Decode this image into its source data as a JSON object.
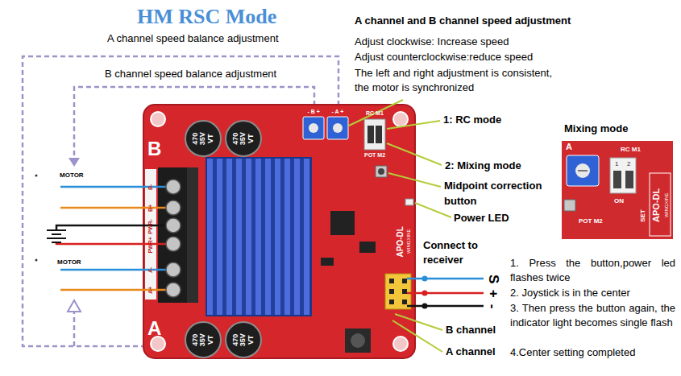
{
  "diagram": {
    "title": "HM RSC Mode",
    "nodes": [
      {
        "text": [
          "Mixing mode"
        ]
      }
    ],
    "labels": [
      "A channel speed balance adjustment",
      "B channel speed balance adjustment",
      "A channel and B channel speed adjustment",
      "Adjust clockwise: Increase speed",
      "Adjust counterclockwise:reduce speed",
      "The left and right adjustment is consistent, the motor is synchronized",
      "1: RC mode",
      "2: Mixing mode",
      "Midpoint correction button",
      "Power LED",
      "Connect to receiver",
      "MOTOR",
      "MOTOR",
      "S",
      "+",
      "-",
      "1. Press the button,power led flashes twice",
      "2. Joystick is in the center",
      "3. Then press the button again, the indicator light becomes single flash",
      "4.Center setting completed",
      "B channel",
      "A channel",
      "B",
      "A",
      "470 35V VT",
      "470 35V VT",
      "470 35V VT",
      "470 35V VT",
      "B-",
      "B+",
      "PWR-",
      "PWR+",
      "A-",
      "A+",
      "- B +",
      "- A +",
      "RC M1",
      "POT M2",
      "APO-DL",
      "WINGXINE",
      "A",
      "RC M1",
      "POT M2",
      "ON",
      "SET",
      "APO-DL",
      "WINGXINE",
      "1",
      "2"
    ]
  }
}
